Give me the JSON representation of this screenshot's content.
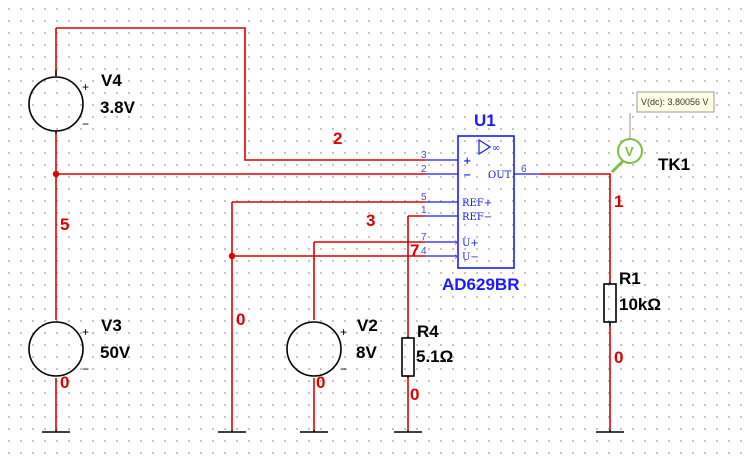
{
  "components": {
    "v4": {
      "name": "V4",
      "value": "3.8V"
    },
    "v3": {
      "name": "V3",
      "value": "50V"
    },
    "v2": {
      "name": "V2",
      "value": "8V"
    },
    "r4": {
      "name": "R4",
      "value": "5.1Ω"
    },
    "r1": {
      "name": "R1",
      "value": "10kΩ"
    },
    "u1": {
      "name": "U1",
      "part": "AD629BR",
      "pins": {
        "p3": "3",
        "p2": "2",
        "p5": "5",
        "p1": "1",
        "p7": "7",
        "p4": "4",
        "p6": "6"
      },
      "pin_names": {
        "plus": "+",
        "minus": "−",
        "ref_plus": "REF+",
        "ref_minus": "REF−",
        "u_plus": "U+",
        "u_minus": "U−",
        "out": "OUT",
        "infinity": "∞"
      }
    },
    "probe": {
      "name": "TK1",
      "symbol": "V",
      "reading": "V(dc): 3.80056 V"
    }
  },
  "nets": {
    "n2": "2",
    "n5": "5",
    "n3": "3",
    "n1": "1",
    "n7": "7",
    "gnd_v3": "0",
    "gnd_ref": "0",
    "gnd_v2": "0",
    "gnd_r4": "0",
    "gnd_r1": "0"
  },
  "source_polarity": {
    "plus": "+",
    "minus": "−"
  },
  "colors": {
    "wire": "#e00000",
    "component": "#000000",
    "ic": "#1a1aff",
    "background": "#ffffff",
    "probe": "#7fbf3f"
  }
}
